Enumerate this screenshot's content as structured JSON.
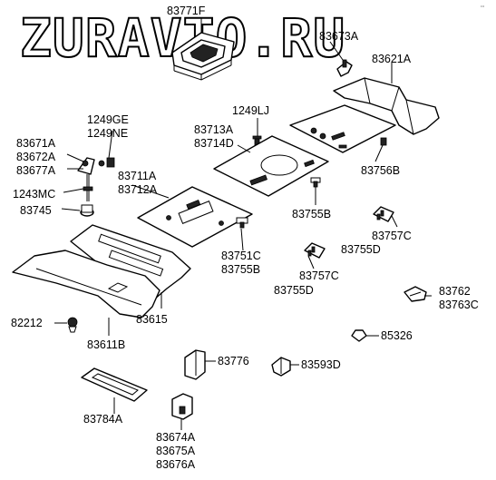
{
  "watermark": "ZURAVTO.RU",
  "labels": {
    "l83771F": "83771F",
    "l83673A": "83673A",
    "l83621A": "83621A",
    "l1249LJ": "1249LJ",
    "l83713A": "83713A",
    "l83714D": "83714D",
    "l1249GE": "1249GE",
    "l1249NE": "1249NE",
    "l83671A": "83671A",
    "l83672A": "83672A",
    "l83677A": "83677A",
    "l83756B": "83756B",
    "l83711A": "83711A",
    "l83712A": "83712A",
    "l1243MC": "1243MC",
    "l83745": "83745",
    "l83755B_a": "83755B",
    "l83757C_a": "83757C",
    "l83755D_a": "83755D",
    "l83751C": "83751C",
    "l83755B_b": "83755B",
    "l83757C_b": "83757C",
    "l83755D_b": "83755D",
    "l83762": "83762",
    "l83763C": "83763C",
    "l83615": "83615",
    "l82212": "82212",
    "l83611B": "83611B",
    "l85326": "85326",
    "l83776": "83776",
    "l83593D": "83593D",
    "l83784A": "83784A",
    "l83674A": "83674A",
    "l83675A": "83675A",
    "l83676A": "83676A"
  }
}
